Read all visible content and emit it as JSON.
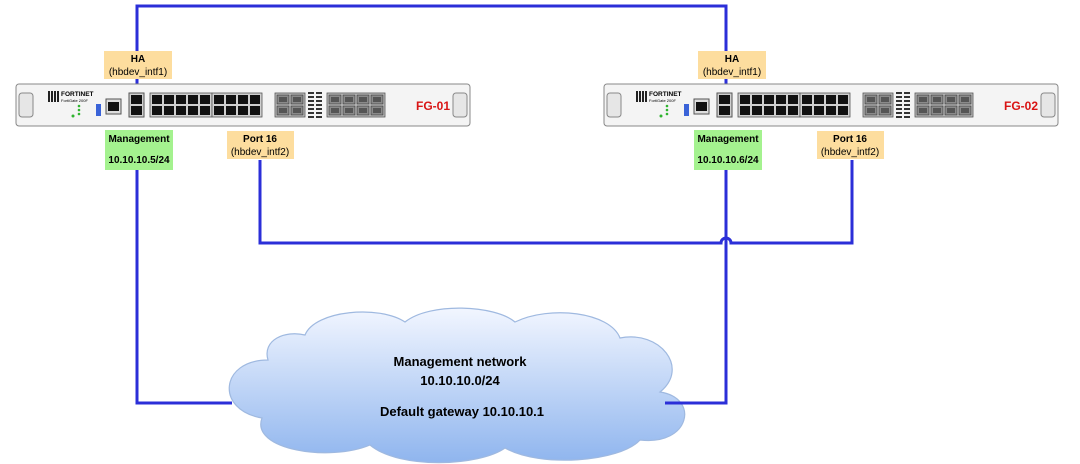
{
  "colors": {
    "link": "#2b2fd8",
    "ha_label_bg": "#fddd9e",
    "mgmt_label_bg": "#a4f28f",
    "device_name": "#d91414",
    "cloud_top": "#f2f6ff",
    "cloud_bottom": "#8fb5ee",
    "chassis": "#f4f4f4"
  },
  "devices": [
    {
      "name": "FG-01",
      "brand": "FORTINET",
      "model": "FortiGate 200F",
      "ha_label": {
        "title": "HA",
        "iface": "(hbdev_intf1)"
      },
      "mgmt_label": {
        "title": "Management",
        "ip": "10.10.10.5/24"
      },
      "port_label": {
        "title": "Port 16",
        "iface": "(hbdev_intf2)"
      }
    },
    {
      "name": "FG-02",
      "brand": "FORTINET",
      "model": "FortiGate 200F",
      "ha_label": {
        "title": "HA",
        "iface": "(hbdev_intf1)"
      },
      "mgmt_label": {
        "title": "Management",
        "ip": "10.10.10.6/24"
      },
      "port_label": {
        "title": "Port 16",
        "iface": "(hbdev_intf2)"
      }
    }
  ],
  "cloud": {
    "line1": "Management network",
    "line2": "10.10.10.0/24",
    "line3": "Default gateway 10.10.10.1"
  }
}
